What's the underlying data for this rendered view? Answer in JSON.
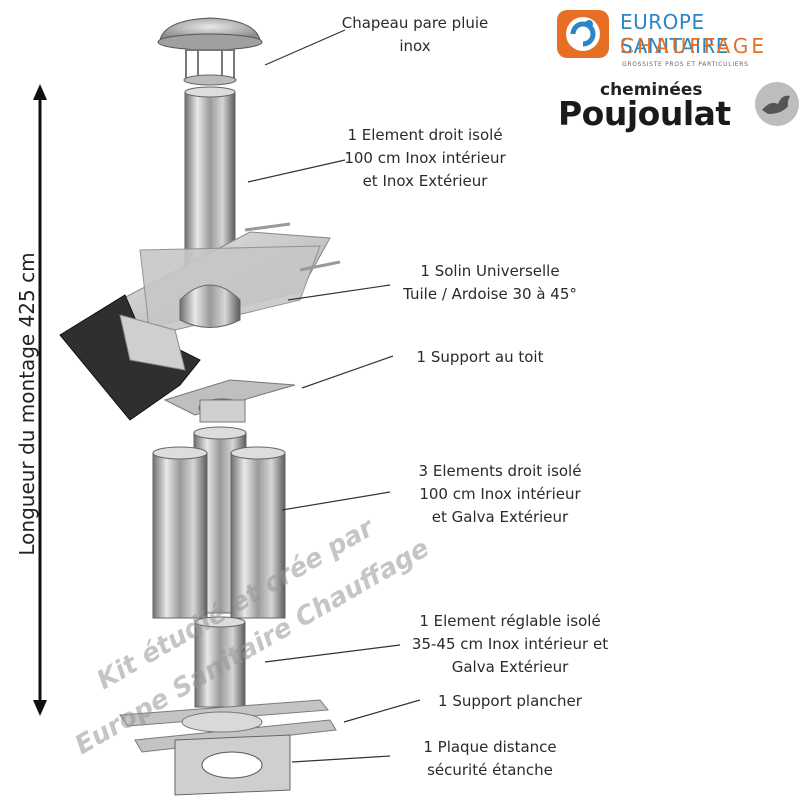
{
  "logos": {
    "europe_line1": "EUROPE SANITAIRE",
    "europe_line2": "CHAUFFAGE",
    "europe_tagline": "GROSSISTE PROS ET PARTICULIERS",
    "poujoulat_line1": "cheminées",
    "poujoulat_line2": "Poujoulat"
  },
  "dimension_label": "Longueur du montage  425 cm",
  "watermark": {
    "line1": "Kit étudié et crée par",
    "line2": "Europe Sanitaire Chauffage"
  },
  "labels": {
    "chapeau": [
      "Chapeau pare pluie",
      "inox"
    ],
    "element_haut": [
      "1 Element droit isolé",
      "100 cm Inox intérieur",
      "et Inox Extérieur"
    ],
    "solin": [
      "1 Solin Universelle",
      "Tuile / Ardoise 30 à 45°"
    ],
    "support_toit": [
      "1 Support au toit"
    ],
    "elements_3": [
      "3 Elements droit isolé",
      "100 cm Inox intérieur",
      "et Galva Extérieur"
    ],
    "element_reglable": [
      "1 Element réglable isolé",
      "35-45 cm Inox intérieur et",
      "Galva Extérieur"
    ],
    "support_plancher": [
      "1 Support plancher"
    ],
    "plaque": [
      "1 Plaque distance",
      "sécurité étanche"
    ]
  },
  "colors": {
    "brand_blue": "#2b86c5",
    "brand_orange": "#e76f24",
    "steel": "#b8b8b8",
    "text": "#2a2a2a"
  }
}
